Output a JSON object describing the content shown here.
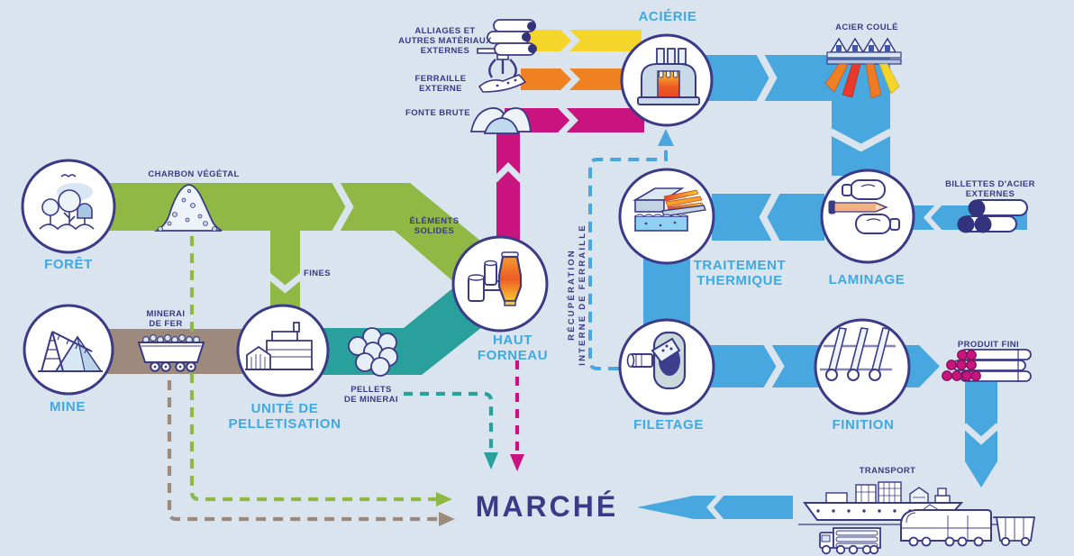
{
  "colors": {
    "background": "#D9E4EE",
    "flow_green": "#8FB944",
    "flow_teal": "#2AA09D",
    "flow_taupe": "#9D8A7C",
    "flow_magenta": "#C9137E",
    "flow_yellow": "#F6D52B",
    "flow_orange": "#F08122",
    "flow_blue": "#47A7DE",
    "outline_navy": "#3A3A87",
    "node_label_blue": "#3FA9E1",
    "material_label_navy": "#3A3A87",
    "furnace_orange": "#EE5B24",
    "furnace_yellow": "#F7C82F"
  },
  "labels": {
    "acierie": "ACIÉRIE",
    "acier_coule": "ACIER COULÉ",
    "alliages": [
      "ALLIAGES ET",
      "AUTRES MATÉRIAUX",
      "EXTERNES"
    ],
    "ferraille_externe": [
      "FERRAILLE",
      "EXTERNE"
    ],
    "fonte_brute": "FONTE BRUTE",
    "charbon_vegetal": "CHARBON VÉGÉTAL",
    "foret": "FORÊT",
    "fines": "FINES",
    "elements_solides": [
      "ÉLÉMENTS",
      "SOLIDES"
    ],
    "minerai_de_fer": [
      "MINERAI",
      "DE FER"
    ],
    "mine": "MINE",
    "unite_pelletisation": [
      "UNITÉ DE",
      "PELLETISATION"
    ],
    "pellets_de_minerai": [
      "PELLETS",
      "DE MINERAI"
    ],
    "haut_forneau": [
      "HAUT",
      "FORNEAU"
    ],
    "recuperation": [
      "RÉCUPÉRATION",
      "INTERNE DE FERRAILLE"
    ],
    "traitement_thermique": [
      "TRAITEMENT",
      "THERMIQUE"
    ],
    "laminage": "LAMINAGE",
    "billettes": [
      "BILLETTES D'ACIER",
      "EXTERNES"
    ],
    "filetage": "FILETAGE",
    "finition": "FINITION",
    "produit_fini": "PRODUIT FINI",
    "transport": "TRANSPORT",
    "marche": "MARCHÉ"
  },
  "flows": [
    {
      "from": "FORÊT",
      "to": "HAUT FORNEAU",
      "material": "CHARBON VÉGÉTAL / ÉLÉMENTS SOLIDES",
      "color": "green",
      "style": "solid"
    },
    {
      "from": "CHARBON VÉGÉTAL",
      "to": "UNITÉ DE PELLETISATION",
      "material": "FINES",
      "color": "green",
      "style": "solid"
    },
    {
      "from": "MINE",
      "to": "UNITÉ DE PELLETISATION",
      "material": "MINERAI DE FER",
      "color": "taupe",
      "style": "solid"
    },
    {
      "from": "UNITÉ DE PELLETISATION",
      "to": "HAUT FORNEAU",
      "material": "PELLETS DE MINERAI",
      "color": "teal",
      "style": "solid"
    },
    {
      "from": "HAUT FORNEAU",
      "to": "ACIÉRIE",
      "material": "FONTE BRUTE",
      "color": "magenta",
      "style": "solid"
    },
    {
      "from": "ALLIAGES ET AUTRES MATÉRIAUX EXTERNES",
      "to": "ACIÉRIE",
      "color": "yellow",
      "style": "solid"
    },
    {
      "from": "FERRAILLE EXTERNE",
      "to": "ACIÉRIE",
      "color": "orange",
      "style": "solid"
    },
    {
      "from": "ACIÉRIE",
      "to": "LAMINAGE",
      "material": "ACIER COULÉ",
      "color": "blue",
      "style": "solid"
    },
    {
      "from": "BILLETTES D'ACIER EXTERNES",
      "to": "LAMINAGE",
      "color": "blue",
      "style": "solid"
    },
    {
      "from": "LAMINAGE",
      "to": "TRAITEMENT THERMIQUE",
      "color": "blue",
      "style": "solid"
    },
    {
      "from": "TRAITEMENT THERMIQUE",
      "to": "FILETAGE",
      "color": "blue",
      "style": "solid"
    },
    {
      "from": "FILETAGE",
      "to": "FINITION",
      "color": "blue",
      "style": "solid"
    },
    {
      "from": "FINITION",
      "to": "PRODUIT FINI",
      "color": "blue",
      "style": "solid"
    },
    {
      "from": "PRODUIT FINI",
      "to": "TRANSPORT",
      "color": "blue",
      "style": "solid"
    },
    {
      "from": "TRANSPORT",
      "to": "MARCHÉ",
      "color": "blue",
      "style": "solid"
    },
    {
      "from": "FILETAGE",
      "to": "ACIÉRIE",
      "material": "RÉCUPÉRATION INTERNE DE FERRAILLE",
      "color": "blue",
      "style": "dashed"
    },
    {
      "from": "CHARBON VÉGÉTAL",
      "to": "MARCHÉ",
      "color": "green",
      "style": "dashed"
    },
    {
      "from": "MINERAI DE FER",
      "to": "MARCHÉ",
      "color": "taupe",
      "style": "dashed"
    },
    {
      "from": "PELLETS DE MINERAI",
      "to": "MARCHÉ",
      "color": "teal",
      "style": "dashed"
    },
    {
      "from": "HAUT FORNEAU",
      "to": "MARCHÉ",
      "color": "magenta",
      "style": "dashed"
    }
  ],
  "icons": {
    "forest-icon": "trees with cloud and bird",
    "mine-icon": "headframe and ore pile",
    "pelletising-plant-icon": "factory buildings",
    "blast-furnace-icon": "glowing blast furnace vessel",
    "steelworks-icon": "furnace with three chimneys",
    "heat-treatment-icon": "furnace, hot bars and quench bath",
    "rolling-mill-icon": "two rolls with hot bar",
    "threading-icon": "threading die and cylinder",
    "finishing-icon": "rods on cooling bed",
    "continuous-casting-icon": "casting machine with molten streams",
    "steel-billets-icon": "stacked billets",
    "finished-bundle-icon": "bundle of finished bars",
    "charcoal-pile-icon": "charcoal mound",
    "ore-cart-icon": "mine cart with ore",
    "pellets-icon": "cluster of ore pellets",
    "pig-iron-icon": "pig iron mounds",
    "scrap-claw-icon": "grapple claw over scrap",
    "alloy-rolls-icon": "stacked alloy cylinders",
    "ship-icon": "container ship",
    "train-icon": "locomotive and wagon",
    "truck-icon": "truck with tubes"
  }
}
